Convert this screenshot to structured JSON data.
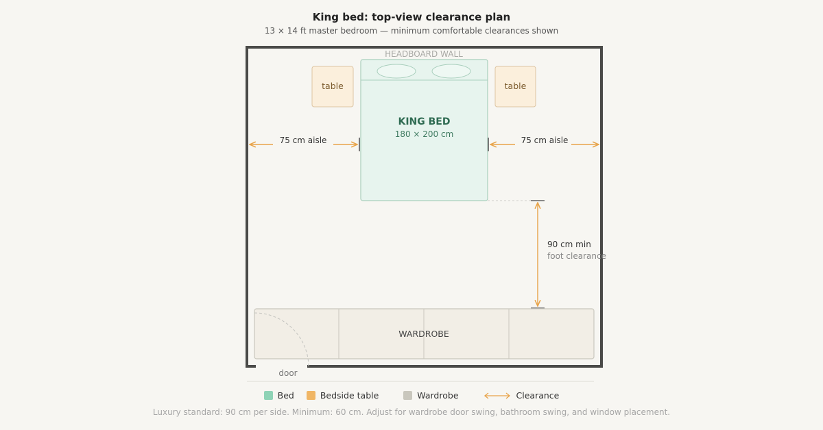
{
  "header": {
    "title": "King bed: top-view clearance plan",
    "subtitle": "13 × 14 ft master bedroom — minimum comfortable clearances shown"
  },
  "plan": {
    "headboard_wall_label": "HEADBOARD WALL",
    "bed": {
      "label": "KING BED",
      "dims": "180 × 200 cm"
    },
    "left_table_label": "table",
    "right_table_label": "table",
    "left_aisle_label": "75 cm aisle",
    "right_aisle_label": "75 cm aisle",
    "foot_clearance_value": "90 cm min",
    "foot_clearance_caption": "foot clearance",
    "wardrobe_label": "WARDROBE",
    "door_label": "door"
  },
  "legend": {
    "items": [
      {
        "label": "Bed",
        "color": "#8fd3b6"
      },
      {
        "label": "Bedside table",
        "color": "#f0b665"
      },
      {
        "label": "Wardrobe",
        "color": "#c9c7bd"
      }
    ],
    "clearance_label": "Clearance",
    "clearance_color": "#e8a44a"
  },
  "footnote": "Luxury standard: 90 cm per side. Minimum: 60 cm. Adjust for wardrobe door swing, bathroom swing, and window placement."
}
